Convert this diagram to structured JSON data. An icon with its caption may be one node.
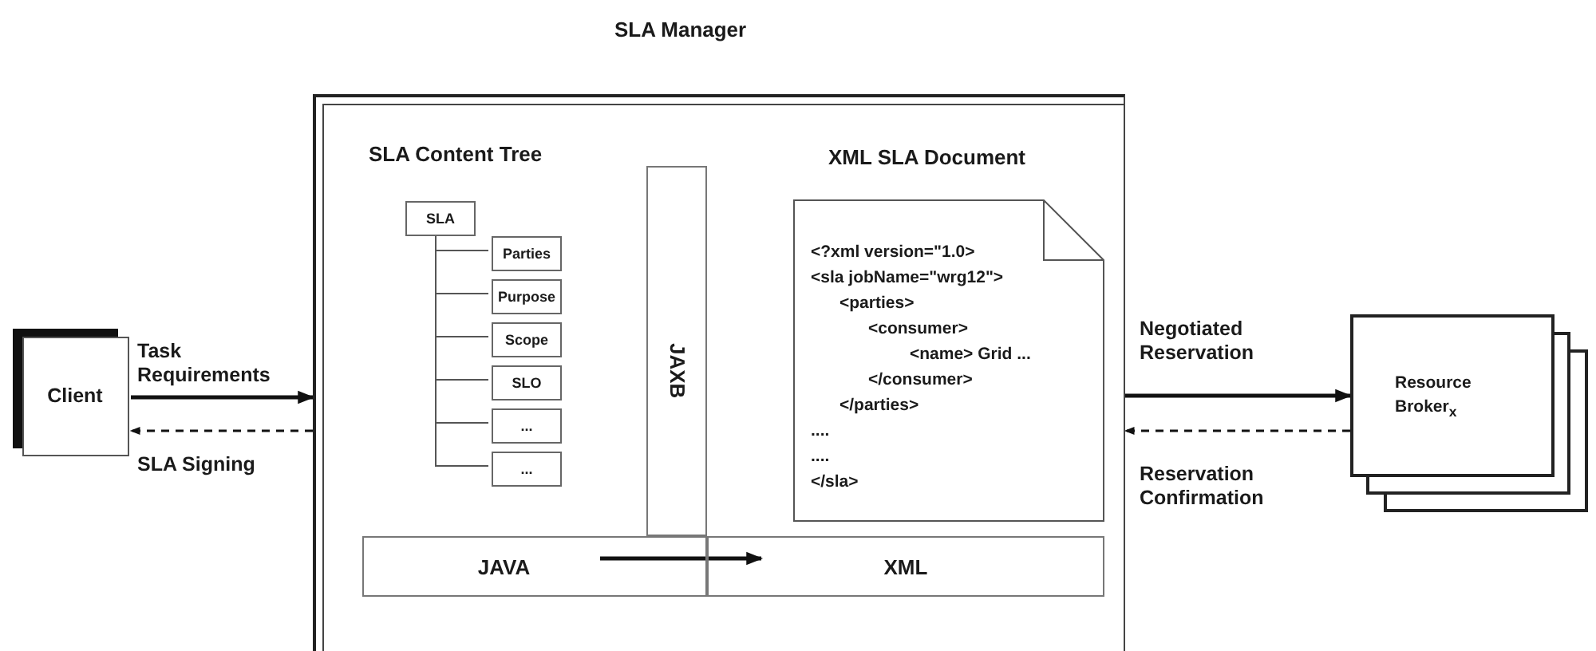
{
  "diagram": {
    "nodes": [
      {
        "text": [
          "Client"
        ]
      },
      {
        "text": [
          "SLA Manager"
        ]
      },
      {
        "text": [
          "SLA"
        ],
        "in": 1
      },
      {
        "text": [
          "Parties"
        ],
        "in": 1
      },
      {
        "text": [
          "Purpose"
        ],
        "in": 1
      },
      {
        "text": [
          "Scope"
        ],
        "in": 1
      },
      {
        "text": [
          "SLO"
        ],
        "in": 1
      },
      {
        "text": [
          "..."
        ],
        "in": 1
      },
      {
        "text": [
          "..."
        ],
        "in": 1
      },
      {
        "text": [
          "JAXB"
        ],
        "in": 1
      },
      {
        "text": [
          "XML SLA Document",
          "<?xml version=\"1.0>",
          "<sla jobName=\"wrg12\">",
          "<parties>",
          "<consumer>",
          "<name> Grid ...",
          "</consumer>",
          "</parties>",
          "....",
          "....",
          "</sla>"
        ],
        "in": 1
      },
      {
        "text": [
          "JAVA"
        ],
        "in": 1
      },
      {
        "text": [
          "XML"
        ],
        "in": 1
      },
      {
        "text": [
          "Resource Broker$_{x}$"
        ]
      }
    ],
    "edges": [
      {
        "from": 0,
        "to": 1,
        "arrow": "to",
        "label": "Task Requirements",
        "style": "thick"
      },
      {
        "from": 1,
        "to": 0,
        "arrow": "to",
        "label": "SLA Signing",
        "style": "dashed"
      },
      {
        "from": 1,
        "to": 13,
        "arrow": "to",
        "label": "Negotiated Reservation",
        "style": "thick"
      },
      {
        "from": 13,
        "to": 1,
        "arrow": "to",
        "label": "Reservation Confirmation",
        "style": "dashed"
      },
      {
        "from": 11,
        "to": 12,
        "arrow": "to",
        "style": "thick"
      },
      {
        "from": 2,
        "to": 3,
        "arrow": "none"
      },
      {
        "from": 2,
        "to": 4,
        "arrow": "none"
      },
      {
        "from": 2,
        "to": 5,
        "arrow": "none"
      },
      {
        "from": 2,
        "to": 6,
        "arrow": "none"
      },
      {
        "from": 2,
        "to": 7,
        "arrow": "none"
      },
      {
        "from": 2,
        "to": 8,
        "arrow": "none"
      }
    ],
    "labels": [
      "SLA Content Tree"
    ]
  }
}
